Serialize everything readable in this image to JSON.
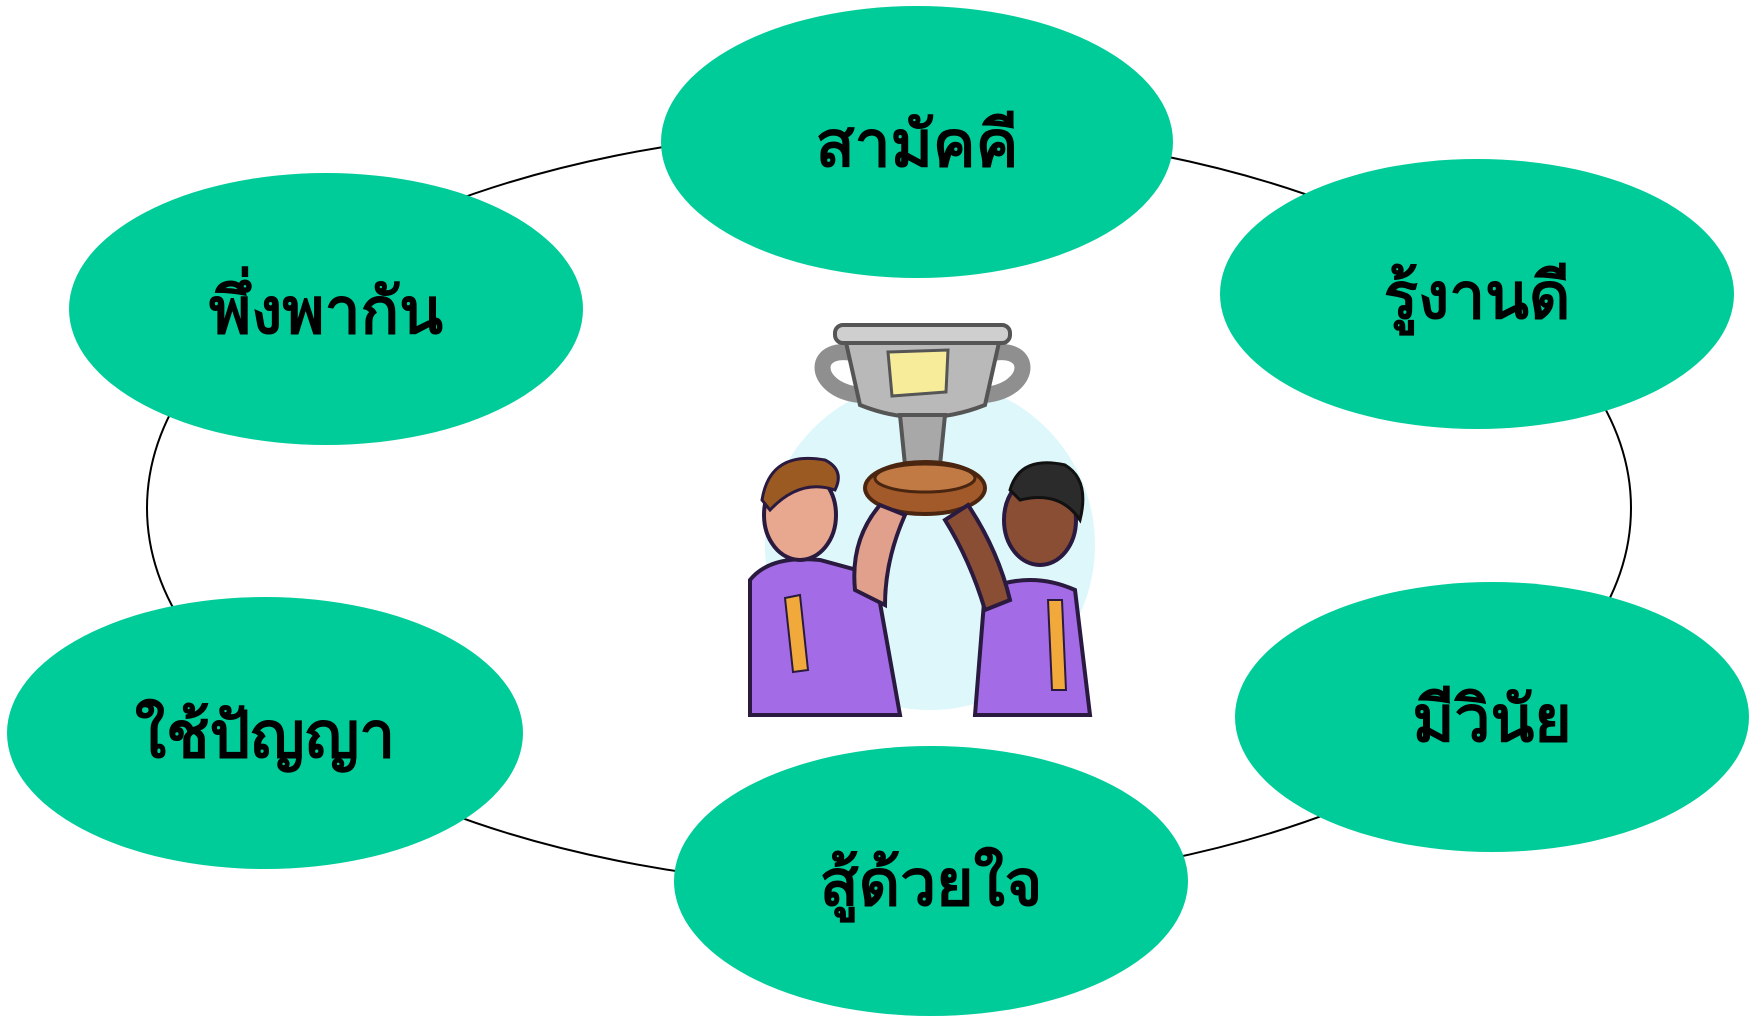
{
  "diagram": {
    "nodes": [
      {
        "id": "top",
        "label": "สามัคคี"
      },
      {
        "id": "upper-right",
        "label": "รู้งานดี"
      },
      {
        "id": "lower-right",
        "label": "มีวินัย"
      },
      {
        "id": "bottom",
        "label": "สู้ด้วยใจ"
      },
      {
        "id": "lower-left",
        "label": "ใช้ปัญญา"
      },
      {
        "id": "upper-left",
        "label": "พึ่งพากัน"
      }
    ],
    "center_image": "two-players-holding-trophy-illustration"
  },
  "colors": {
    "node_fill": "#00CC99",
    "ring_stroke": "#000000",
    "text": "#000000",
    "backdrop": "#DDF7FA",
    "jersey": "#A46BE6",
    "jersey_stripe": "#F2A93B",
    "trophy": "#B9B9B9",
    "trophy_base": "#A35A2A",
    "plaque": "#F7EC9A"
  }
}
